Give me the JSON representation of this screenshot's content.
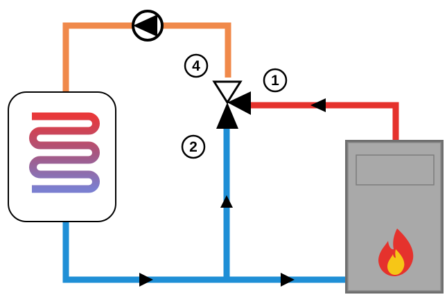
{
  "ports": {
    "port_1": "1",
    "port_2": "2",
    "port_4": "4"
  },
  "colors": {
    "hot_supply": "#e5322d",
    "storage_return": "#f0894a",
    "cold_return": "#1f8fd6",
    "boiler_body": "#a9a9a9",
    "boiler_border": "#6f6f6f",
    "tank_fill": "#ffffff",
    "flame_outer": "#e5322d",
    "flame_inner": "#f6c617"
  },
  "icons": {
    "pump": "pump-icon",
    "valve": "three-way-valve-icon",
    "boiler": "boiler-icon",
    "flame": "flame-icon",
    "tank": "storage-tank-icon",
    "coil": "heating-coil-icon",
    "flow_arrow": "flow-arrow-icon"
  }
}
